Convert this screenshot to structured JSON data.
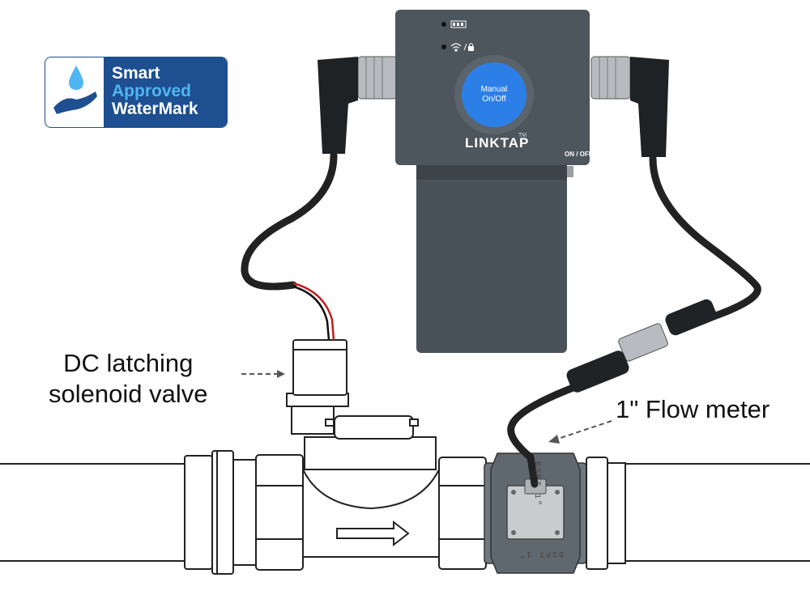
{
  "badge": {
    "line1": "Smart",
    "line2": "Approved",
    "line3": "WaterMark",
    "colors": {
      "panel": "#1d4f91",
      "accent": "#4fb6f2",
      "drop": "#4fb6f2"
    }
  },
  "controller": {
    "brand": "LINKTAP",
    "trademark": "TM",
    "button_line1": "Manual",
    "button_line2": "On/Off",
    "switch_label": "ON / OFF",
    "status_icons": [
      "battery-icon",
      "wifi-icon",
      "lock-icon"
    ],
    "colors": {
      "body": "#4e565d",
      "button": "#2d7fe8"
    }
  },
  "labels": {
    "valve_line1": "DC latching",
    "valve_line2": "solenoid valve",
    "flow_meter": "1\" Flow meter"
  },
  "flow_meter": {
    "marking_top": "BSPT 1\"",
    "marking_bottom": "BSPT 1\""
  },
  "flow_direction_icon": "arrow-right-icon"
}
